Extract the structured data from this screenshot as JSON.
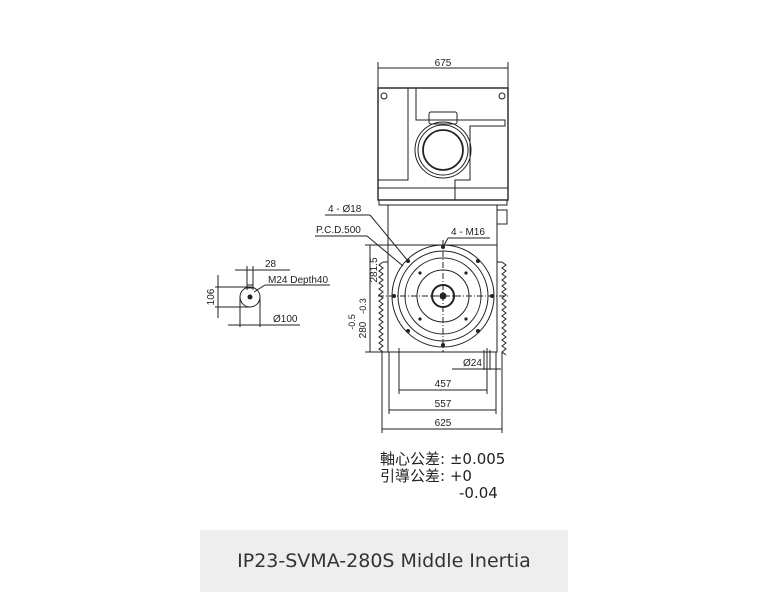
{
  "drawing": {
    "dim_top_width": "675",
    "label_mount_holes": "4 - Ø18",
    "label_pcd": "P.C.D.500",
    "label_tapped_holes": "4 - M16",
    "dim_height_upper": "281.5",
    "dim_height_lower": "280",
    "dim_height_lower_tol": "-0.5\n-0.3",
    "dim_height_lower_tol_a": "-0.5",
    "dim_height_lower_tol_b": "-0.3",
    "dim_foot_hole": "Ø24",
    "dim_457": "457",
    "dim_557": "557",
    "dim_625": "625",
    "shaft_key_width": "28",
    "shaft_thread": "M24 Depth40",
    "shaft_height": "106",
    "shaft_diameter": "Ø100"
  },
  "tolerances": {
    "shaft_label": "軸心公差:",
    "shaft_value": "±0.005",
    "guide_label": "引導公差:",
    "guide_upper": "+0",
    "guide_lower": "-0.04"
  },
  "caption": "IP23-SVMA-280S Middle Inertia"
}
